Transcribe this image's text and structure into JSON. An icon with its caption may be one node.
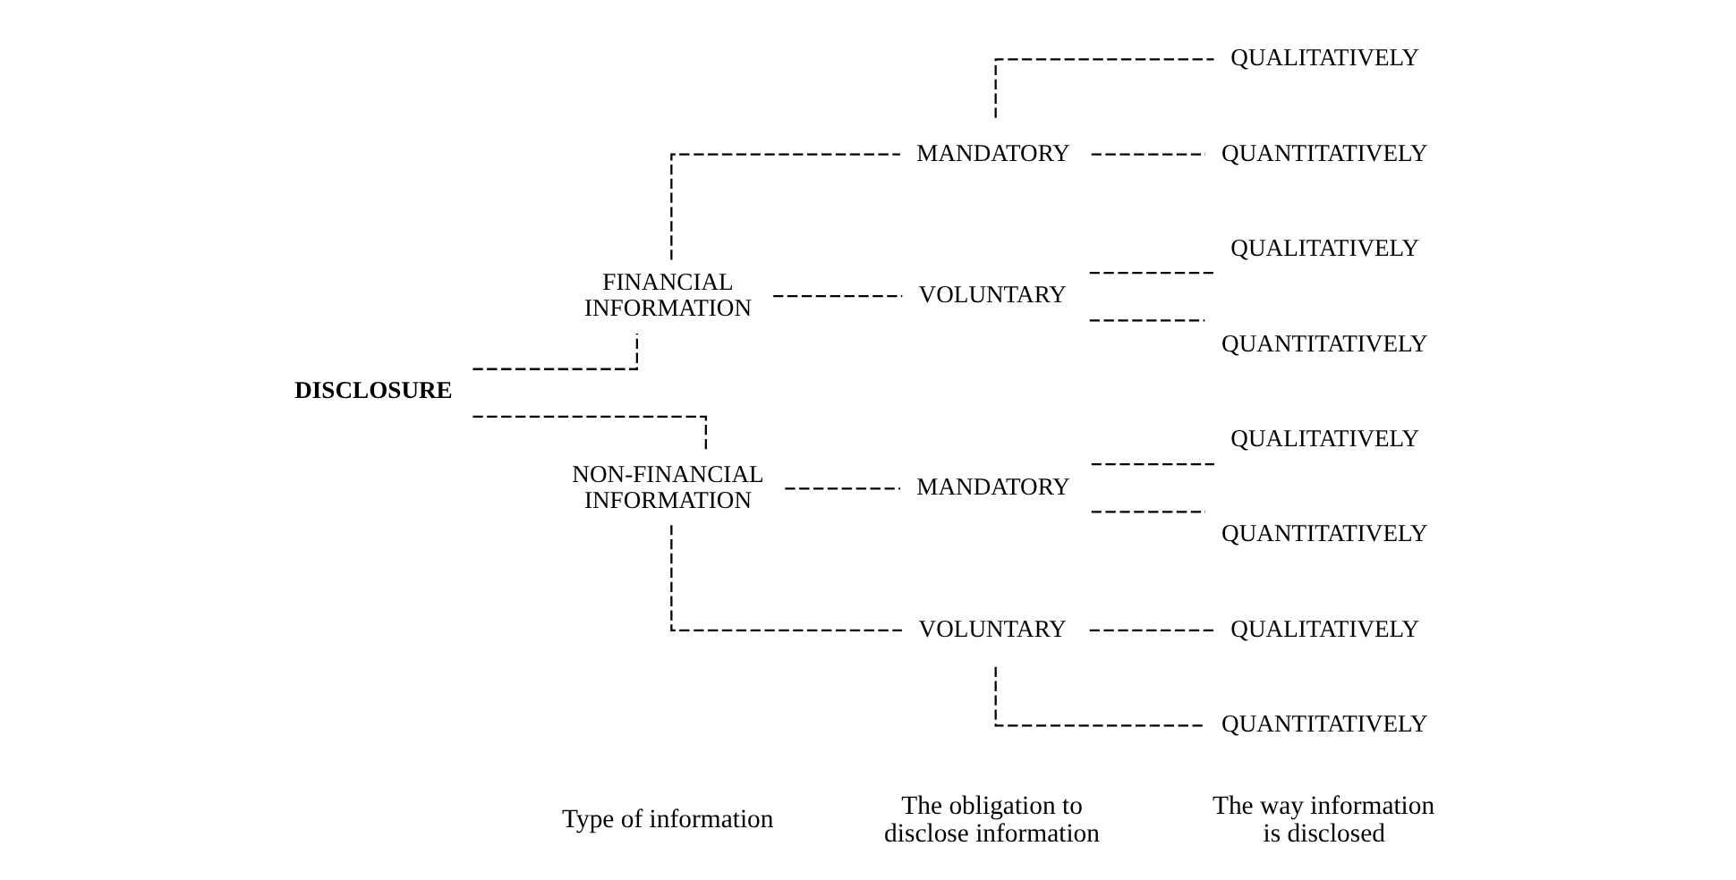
{
  "diagram": {
    "nodes": [
      {
        "text": [
          "DISCLOSURE"
        ]
      },
      {
        "text": [
          "FINANCIAL INFORMATION"
        ]
      },
      {
        "text": [
          "NON-FINANCIAL INFORMATION"
        ]
      },
      {
        "text": [
          "MANDATORY"
        ]
      },
      {
        "text": [
          "VOLUNTARY"
        ]
      },
      {
        "text": [
          "MANDATORY"
        ]
      },
      {
        "text": [
          "VOLUNTARY"
        ]
      },
      {
        "text": [
          "QUALITATIVELY"
        ]
      },
      {
        "text": [
          "QUANTITATIVELY"
        ]
      },
      {
        "text": [
          "QUALITATIVELY"
        ]
      },
      {
        "text": [
          "QUANTITATIVELY"
        ]
      },
      {
        "text": [
          "QUALITATIVELY"
        ]
      },
      {
        "text": [
          "QUANTITATIVELY"
        ]
      },
      {
        "text": [
          "QUALITATIVELY"
        ]
      },
      {
        "text": [
          "QUANTITATIVELY"
        ]
      }
    ],
    "edges": [
      {
        "from": 0,
        "to": 1,
        "arrow": "none",
        "style": "dashed"
      },
      {
        "from": 0,
        "to": 2,
        "arrow": "none",
        "style": "dashed"
      },
      {
        "from": 1,
        "to": 3,
        "arrow": "none",
        "style": "dashed"
      },
      {
        "from": 1,
        "to": 4,
        "arrow": "none",
        "style": "dashed"
      },
      {
        "from": 2,
        "to": 5,
        "arrow": "none",
        "style": "dashed"
      },
      {
        "from": 2,
        "to": 6,
        "arrow": "none",
        "style": "dashed"
      },
      {
        "from": 3,
        "to": 7,
        "arrow": "none",
        "style": "dashed"
      },
      {
        "from": 3,
        "to": 8,
        "arrow": "none",
        "style": "dashed"
      },
      {
        "from": 4,
        "to": 9,
        "arrow": "none",
        "style": "dashed"
      },
      {
        "from": 4,
        "to": 10,
        "arrow": "none",
        "style": "dashed"
      },
      {
        "from": 5,
        "to": 11,
        "arrow": "none",
        "style": "dashed"
      },
      {
        "from": 5,
        "to": 12,
        "arrow": "none",
        "style": "dashed"
      },
      {
        "from": 6,
        "to": 13,
        "arrow": "none",
        "style": "dashed"
      },
      {
        "from": 6,
        "to": 14,
        "arrow": "none",
        "style": "dashed"
      }
    ],
    "labels": [
      "Type of information",
      "The obligation to disclose information",
      "The way information is disclosed"
    ]
  }
}
